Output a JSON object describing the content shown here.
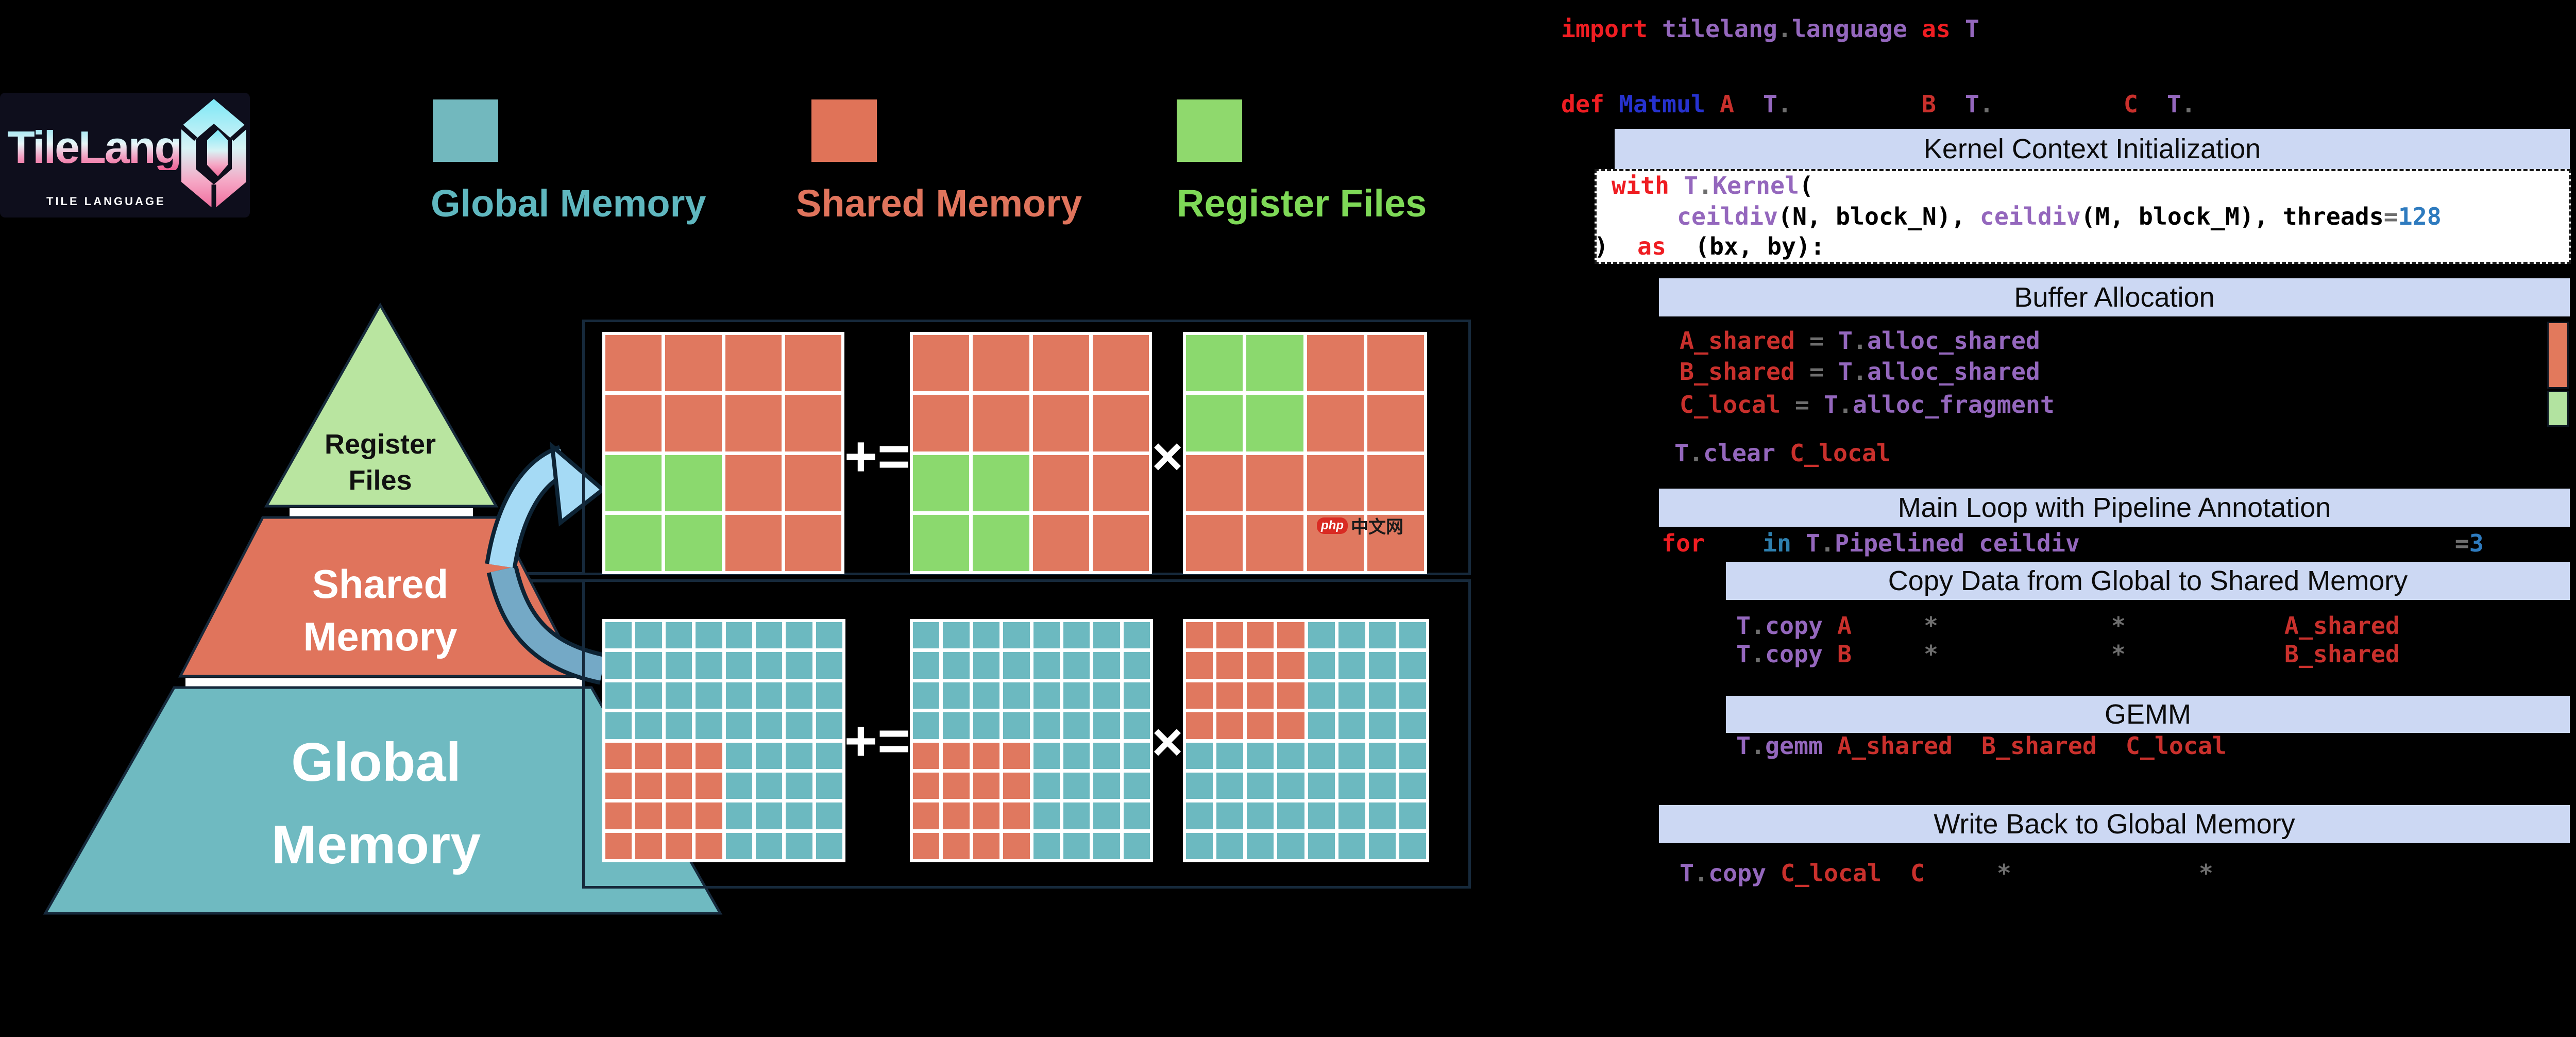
{
  "logo": {
    "title": "TileLang",
    "subtitle": "TILE LANGUAGE"
  },
  "legend": {
    "items": [
      {
        "label": "Global Memory",
        "color": "#72b8be"
      },
      {
        "label": "Shared Memory",
        "color": "#e07358"
      },
      {
        "label": "Register Files",
        "color": "#8fd96d"
      }
    ]
  },
  "pyramid": {
    "levels": [
      {
        "name": "register-files",
        "lines": [
          "Register",
          "Files"
        ],
        "fill": "#b9e5a0",
        "text_color": "#111111"
      },
      {
        "name": "shared-memory",
        "lines": [
          "Shared",
          "Memory"
        ],
        "fill": "#e0745c",
        "text_color": "#ffffff"
      },
      {
        "name": "global-memory",
        "lines": [
          "Global",
          "Memory"
        ],
        "fill": "#6fbac1",
        "text_color": "#ffffff"
      }
    ]
  },
  "diagram": {
    "operators": {
      "accumulate": "+=",
      "multiply": "×"
    },
    "colors": {
      "teal": "#6cb9c0",
      "salmon": "#e0785f",
      "green": "#8bd96e",
      "box_border": "#16293b"
    },
    "top_row": {
      "matrices": [
        {
          "name": "C-register-tile-in-shared",
          "rows": 4,
          "cols": 4,
          "base": "salmon",
          "hl": "green",
          "hl_rows": [
            2,
            3
          ],
          "hl_cols": [
            0,
            1
          ]
        },
        {
          "name": "A-register-tile-in-shared",
          "rows": 4,
          "cols": 4,
          "base": "salmon",
          "hl": "green",
          "hl_rows": [
            2,
            3
          ],
          "hl_cols": [
            0,
            1
          ]
        },
        {
          "name": "B-register-tile-in-shared",
          "rows": 4,
          "cols": 4,
          "base": "salmon",
          "hl": "green",
          "hl_rows": [
            0,
            1
          ],
          "hl_cols": [
            0,
            1
          ]
        }
      ]
    },
    "bottom_row": {
      "matrices": [
        {
          "name": "C-shared-tile-in-global",
          "rows": 8,
          "cols": 8,
          "base": "teal",
          "hl": "salmon",
          "hl_rows": [
            4,
            5,
            6,
            7
          ],
          "hl_cols": [
            0,
            1,
            2,
            3
          ]
        },
        {
          "name": "A-shared-tile-in-global",
          "rows": 8,
          "cols": 8,
          "base": "teal",
          "hl": "salmon",
          "hl_rows": [
            4,
            5,
            6,
            7
          ],
          "hl_cols": [
            0,
            1,
            2,
            3
          ]
        },
        {
          "name": "B-shared-tile-in-global",
          "rows": 8,
          "cols": 8,
          "base": "teal",
          "hl": "salmon",
          "hl_rows": [
            0,
            1,
            2,
            3
          ],
          "hl_cols": [
            0,
            1,
            2,
            3
          ]
        }
      ]
    }
  },
  "watermark": {
    "badge": "php",
    "text": "中文网"
  },
  "code": {
    "buffer_bars": [
      {
        "name": "shared-memory-bar",
        "color": "#e2795c"
      },
      {
        "name": "register-file-bar",
        "color": "#b2e3a0"
      }
    ],
    "headers": [
      {
        "label": "Kernel Context Initialization"
      },
      {
        "label": "Buffer Allocation"
      },
      {
        "label": "Main Loop with Pipeline Annotation"
      },
      {
        "label": "Copy Data from Global to Shared Memory"
      },
      {
        "label": "GEMM"
      },
      {
        "label": "Write Back to Global Memory"
      }
    ],
    "lines": {
      "import": [
        [
          "kw",
          "import "
        ],
        [
          "pu",
          "tilelang"
        ],
        [
          "gy",
          "."
        ],
        [
          "pu",
          "language"
        ],
        [
          "kw",
          " as "
        ],
        [
          "pu",
          "T"
        ]
      ],
      "def": [
        [
          "kw",
          "def "
        ],
        [
          "fn",
          "Matmul "
        ],
        [
          "id",
          "A  "
        ],
        [
          "pu",
          "T"
        ],
        [
          "gy",
          "."
        ],
        [
          "bk",
          "         "
        ],
        [
          "id",
          "B  "
        ],
        [
          "pu",
          "T"
        ],
        [
          "gy",
          "."
        ],
        [
          "bk",
          "         "
        ],
        [
          "id",
          "C  "
        ],
        [
          "pu",
          "T"
        ],
        [
          "gy",
          "."
        ]
      ],
      "with": [
        [
          "kw",
          "with "
        ],
        [
          "pu",
          "T"
        ],
        [
          "gy",
          "."
        ],
        [
          "pu",
          "Kernel"
        ],
        [
          "bk",
          "("
        ]
      ],
      "ceildiv": [
        [
          "pu",
          "ceildiv"
        ],
        [
          "bk",
          "(N, block_N), "
        ],
        [
          "pu",
          "ceildiv"
        ],
        [
          "bk",
          "(M, block_M), threads"
        ],
        [
          "gy",
          "="
        ],
        [
          "nb",
          "128"
        ]
      ],
      "as": [
        [
          "bk",
          ")  "
        ],
        [
          "kw",
          "as"
        ],
        [
          "bk",
          "  (bx, by):"
        ]
      ],
      "ashared": [
        [
          "id",
          "A_shared"
        ],
        [
          "gy",
          " = "
        ],
        [
          "pu",
          "T"
        ],
        [
          "gy",
          "."
        ],
        [
          "pu",
          "alloc_shared"
        ]
      ],
      "bshared": [
        [
          "id",
          "B_shared"
        ],
        [
          "gy",
          " = "
        ],
        [
          "pu",
          "T"
        ],
        [
          "gy",
          "."
        ],
        [
          "pu",
          "alloc_shared"
        ]
      ],
      "clocal": [
        [
          "id",
          "C_local"
        ],
        [
          "gy",
          " = "
        ],
        [
          "pu",
          "T"
        ],
        [
          "gy",
          "."
        ],
        [
          "pu",
          "alloc_fragment"
        ]
      ],
      "clear": [
        [
          "pu",
          "T"
        ],
        [
          "gy",
          "."
        ],
        [
          "pu",
          "clear "
        ],
        [
          "id",
          "C_local"
        ]
      ],
      "for": [
        [
          "kw",
          "for"
        ],
        [
          "bk",
          "    "
        ],
        [
          "inb",
          "in"
        ],
        [
          "bk",
          " "
        ],
        [
          "pu",
          "T"
        ],
        [
          "gy",
          "."
        ],
        [
          "pu",
          "Pipelined ceildiv"
        ],
        [
          "bk",
          "                          "
        ],
        [
          "gy",
          "="
        ],
        [
          "nb",
          "3"
        ]
      ],
      "copya": [
        [
          "pu",
          "T"
        ],
        [
          "gy",
          "."
        ],
        [
          "pu",
          "copy "
        ],
        [
          "id",
          "A"
        ],
        [
          "gy",
          "     *            *           "
        ],
        [
          "id",
          "A_shared"
        ]
      ],
      "copyb": [
        [
          "pu",
          "T"
        ],
        [
          "gy",
          "."
        ],
        [
          "pu",
          "copy "
        ],
        [
          "id",
          "B"
        ],
        [
          "gy",
          "     *            *           "
        ],
        [
          "id",
          "B_shared"
        ]
      ],
      "gemm": [
        [
          "pu",
          "T"
        ],
        [
          "gy",
          "."
        ],
        [
          "pu",
          "gemm "
        ],
        [
          "id",
          "A_shared"
        ],
        [
          "bk",
          "  "
        ],
        [
          "id",
          "B_shared"
        ],
        [
          "bk",
          "  "
        ],
        [
          "id",
          "C_local"
        ]
      ],
      "copyc": [
        [
          "pu",
          "T"
        ],
        [
          "gy",
          "."
        ],
        [
          "pu",
          "copy "
        ],
        [
          "id",
          "C_local"
        ],
        [
          "bk",
          "  "
        ],
        [
          "id",
          "C"
        ],
        [
          "gy",
          "     *             *"
        ]
      ]
    }
  }
}
